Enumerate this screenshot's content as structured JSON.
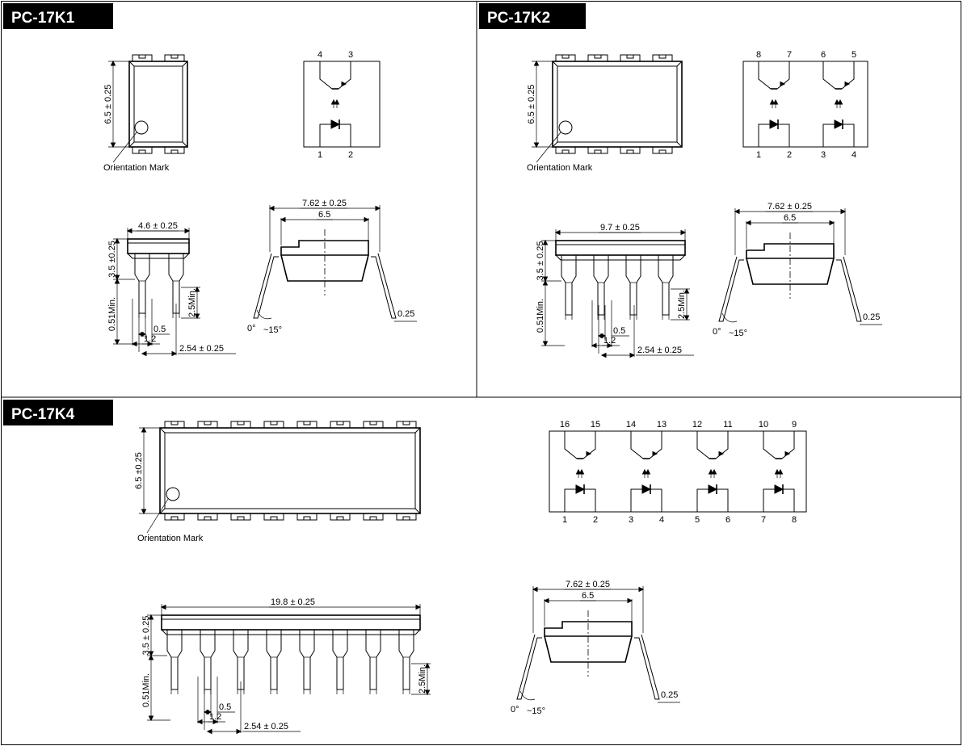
{
  "panels": {
    "k1": {
      "title": "PC-17K1",
      "orientation_mark": "Orientation Mark",
      "dim_height": "6.5 ± 0.25",
      "pins_top": [
        "4",
        "3"
      ],
      "pins_bottom": [
        "1",
        "2"
      ],
      "dim_width": "4.6 ± 0.25",
      "dim_body": "3.5 ±0.25",
      "dim_lead_min": "0.51Min.",
      "dim_lead_len": "2.5Min.",
      "dim_lead_w": "0.5",
      "dim_lead_w2": "1.2",
      "dim_pitch": "2.54 ± 0.25",
      "dim_row": "7.62 ± 0.25",
      "dim_row_inner": "6.5",
      "dim_lead_thk": "0.25",
      "angle_min": "0°",
      "angle_max": "~15°"
    },
    "k2": {
      "title": "PC-17K2",
      "orientation_mark": "Orientation Mark",
      "dim_height": "6.5 ± 0.25",
      "pins_top": [
        "8",
        "7",
        "6",
        "5"
      ],
      "pins_bottom": [
        "1",
        "2",
        "3",
        "4"
      ],
      "dim_width": "9.7 ± 0.25",
      "dim_body": "3.5 ± 0.25",
      "dim_lead_min": "0.51Min.",
      "dim_lead_len": "2.5Min.",
      "dim_lead_w": "0.5",
      "dim_lead_w2": "1.2",
      "dim_pitch": "2.54 ± 0.25",
      "dim_row": "7.62 ± 0.25",
      "dim_row_inner": "6.5",
      "dim_lead_thk": "0.25",
      "angle_min": "0°",
      "angle_max": "~15°"
    },
    "k4": {
      "title": "PC-17K4",
      "orientation_mark": "Orientation Mark",
      "dim_height": "6.5 ±0.25",
      "pins_top": [
        "16",
        "15",
        "14",
        "13",
        "12",
        "11",
        "10",
        "9"
      ],
      "pins_bottom": [
        "1",
        "2",
        "3",
        "4",
        "5",
        "6",
        "7",
        "8"
      ],
      "dim_width": "19.8 ± 0.25",
      "dim_body": "3.5 ± 0.25",
      "dim_lead_min": "0.51Min.",
      "dim_lead_len": "2.5Min.",
      "dim_lead_w": "0.5",
      "dim_lead_w2": "1.2",
      "dim_pitch": "2.54 ± 0.25",
      "dim_row": "7.62 ± 0.25",
      "dim_row_inner": "6.5",
      "dim_lead_thk": "0.25",
      "angle_min": "0°",
      "angle_max": "~15°"
    }
  }
}
